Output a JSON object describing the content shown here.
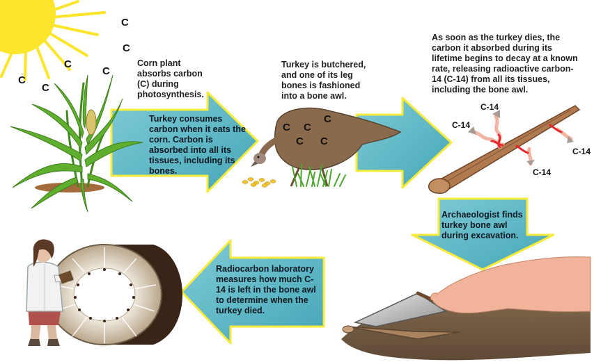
{
  "captions": {
    "corn": "Corn plant absorbs carbon (C) during photosynthesis.",
    "consumes": "Turkey consumes carbon when it eats the corn. Carbon is absorbed into all its tissues, including its bones.",
    "butchered": "Turkey is butchered, and one of its leg bones is fashioned into a bone awl.",
    "dies": "As soon as the turkey dies, the carbon it absorbed during its lifetime begins to decay at a known rate, releasing radioactive carbon-14 (C-14) from all its tissues, including the bone awl.",
    "finds": "Archaeologist finds turkey bone awl during excavation.",
    "lab": "Radiocarbon laboratory measures how much C-14 is left in the bone awl to determine when the turkey died."
  },
  "symbols": {
    "carbon": "C",
    "c14": "C-14"
  },
  "colors": {
    "arrow_fill": "#5ab6c5",
    "arrow_border": "#f6ea3a",
    "sun": "#fde52b",
    "corn_leaf": "#5fae2e",
    "turkey": "#8a6a4c",
    "bone": "#b07a4e",
    "c14_wave": "#e5262b"
  },
  "icons": [
    "sun-icon",
    "corn-plant-icon",
    "turkey-icon",
    "bone-awl-icon",
    "hand-trowel-icon",
    "scientist-icon",
    "accelerator-drum-icon"
  ]
}
